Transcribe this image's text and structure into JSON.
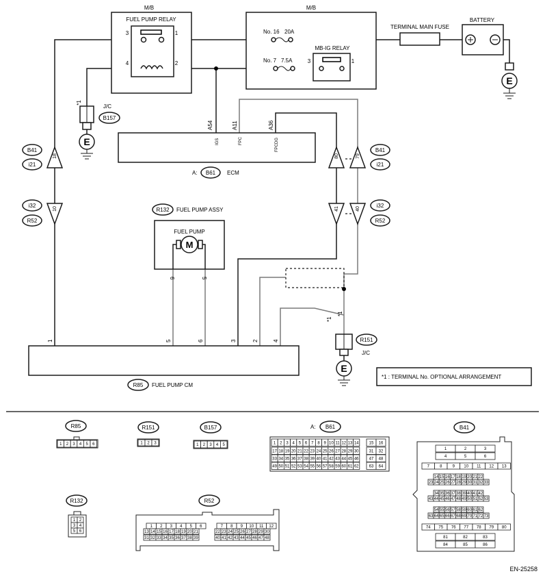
{
  "mb_left": {
    "title": "M/B",
    "relay": "FUEL PUMP RELAY",
    "pins": [
      "3",
      "1",
      "4",
      "2"
    ]
  },
  "mb_right": {
    "title": "M/B",
    "fuse16": "No. 16",
    "fuse16_amp": "20A",
    "fuse7": "No. 7",
    "fuse7_amp": "7.5A",
    "relay": "MB-IG RELAY",
    "pin3": "3",
    "pin1": "1"
  },
  "main_fuse": "TERMINAL MAIN FUSE",
  "battery": "BATTERY",
  "ground": "E",
  "jc_left": {
    "star": "*1",
    "label": "J/C",
    "conn": "B157"
  },
  "ecm": {
    "prefix": "A:",
    "conn": "B61",
    "name": "ECM",
    "pins": [
      "A54",
      "A11",
      "A36"
    ],
    "sigs": [
      "IGS",
      "FPC",
      "FPCDG"
    ]
  },
  "conn_labels": {
    "b41": "B41",
    "i21": "i21",
    "i32": "i32",
    "r52": "R52"
  },
  "tri_pins": {
    "left_top": "18",
    "left_bot": "10",
    "mid_top": "80",
    "mid_bot": "41",
    "right_top": "79",
    "right_bot": "40"
  },
  "pump_assy": {
    "conn": "R132",
    "name": "FUEL PUMP ASSY",
    "pump": "FUEL PUMP",
    "motor": "M",
    "pin_left": "6",
    "pin_right": "5"
  },
  "jc_right": {
    "stars": [
      "*1",
      "*1"
    ],
    "conn": "R151",
    "label": "J/C"
  },
  "note": "*1  : TERMINAL No. OPTIONAL ARRANGEMENT",
  "pump_cm": {
    "conn": "R85",
    "name": "FUEL PUMP CM",
    "pins": [
      "1",
      "5",
      "6",
      "3",
      "2",
      "4"
    ]
  },
  "connectors": {
    "r85": {
      "label": "R85",
      "pins": [
        "1",
        "2",
        "3",
        "4",
        "5",
        "6"
      ]
    },
    "r151": {
      "label": "R151",
      "pins": [
        "1",
        "2",
        "3"
      ]
    },
    "b157": {
      "label": "B157",
      "pins": [
        "1",
        "2",
        "3",
        "4",
        "5"
      ]
    },
    "b61": {
      "prefix": "A:",
      "label": "B61"
    },
    "b41": {
      "label": "B41"
    },
    "r132": {
      "label": "R132",
      "pins": [
        "1",
        "2",
        "3",
        "4",
        "5",
        "6"
      ]
    },
    "r52": {
      "label": "R52"
    }
  },
  "doc_id": "EN-25258"
}
